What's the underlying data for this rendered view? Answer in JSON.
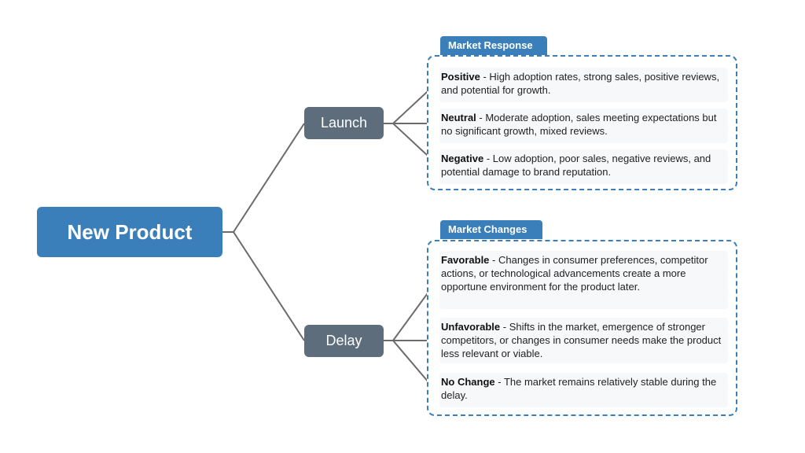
{
  "root": {
    "label": "New Product"
  },
  "branches": {
    "launch": {
      "label": "Launch",
      "group_title": "Market Response",
      "items": [
        {
          "title": "Positive",
          "text": " - High adoption rates, strong sales, positive reviews, and potential for growth."
        },
        {
          "title": "Neutral",
          "text": " - Moderate adoption, sales meeting expectations but no significant growth, mixed reviews."
        },
        {
          "title": "Negative",
          "text": " - Low adoption, poor sales, negative reviews, and potential damage to brand reputation."
        }
      ]
    },
    "delay": {
      "label": "Delay",
      "group_title": "Market Changes",
      "items": [
        {
          "title": "Favorable",
          "text": " - Changes in consumer preferences, competitor actions, or technological advancements create a more opportune environment for the product later."
        },
        {
          "title": "Unfavorable",
          "text": " - Shifts in the market, emergence of stronger competitors, or changes in consumer needs make the product less relevant or viable."
        },
        {
          "title": "No Change",
          "text": " - The market remains relatively stable during the delay."
        }
      ]
    }
  },
  "colors": {
    "primary": "#3b7fba",
    "branch": "#5d6d7c",
    "connector": "#6b6b6b"
  }
}
